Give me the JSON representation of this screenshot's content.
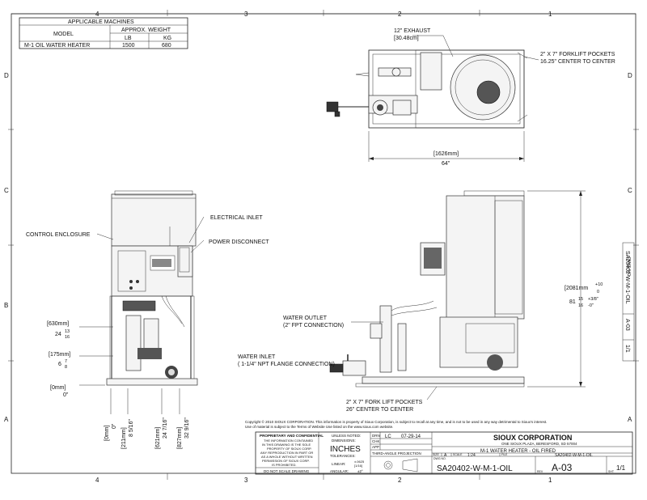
{
  "zones": {
    "top": [
      "4",
      "3",
      "2",
      "1"
    ],
    "bottom": [
      "4",
      "3",
      "2",
      "1"
    ],
    "left": [
      "D",
      "C",
      "B",
      "A"
    ],
    "right": [
      "D",
      "C",
      "B",
      "A"
    ]
  },
  "machines_table": {
    "title": "APPLICABLE MACHINES",
    "col_model": "MODEL",
    "col_weight": "APPROX. WEIGHT",
    "col_lb": "LB",
    "col_kg": "KG",
    "row_model": "M-1 OIL WATER HEATER",
    "row_lb": "1500",
    "row_kg": "680"
  },
  "top_view": {
    "exhaust_1": "12\" EXHAUST",
    "exhaust_2": "[30.48cm]",
    "fork_1": "2\" X 7\" FORKLIFT POCKETS",
    "fork_2": "16.25\" CENTER TO CENTER",
    "width_mm": "[1626mm]",
    "width_in": "64\""
  },
  "front_view": {
    "control_enclosure": "CONTROL ENCLOSURE",
    "electrical_inlet": "ELECTRICAL INLET",
    "power_disconnect": "POWER DISCONNECT",
    "h630_mm": "[630mm]",
    "h630_in": "24",
    "h630_num": "13",
    "h630_den": "16",
    "h175_mm": "[175mm]",
    "h175_in": "6",
    "h175_num": "7",
    "h175_den": "8",
    "h0_mm": "[0mm]",
    "h0_in": "0\"",
    "b0_mm": "[0mm]",
    "b0_in": "0\"",
    "b211_mm": "[211mm]",
    "b211_in": "8 5/16\"",
    "b621_mm": "[621mm]",
    "b621_in": "24 7/16\"",
    "b827_mm": "[827mm]",
    "b827_in": "32 9/16\""
  },
  "side_view": {
    "water_outlet_1": "WATER OUTLET",
    "water_outlet_2": "(2\" FPT CONNECTION)",
    "water_inlet_1": "WATER INLET",
    "water_inlet_2": "( 1-1/4\" NPT FLANGE CONNECTION)",
    "fork_1": "2\" X 7\" FORK LIFT POCKETS",
    "fork_2": "26\" CENTER TO CENTER",
    "height_mm": "[2081mm",
    "height_tol_up": "+10",
    "height_tol_dn": "0",
    "height_in": "81",
    "height_frac_num": "15",
    "height_frac_den": "16",
    "height_tol_in_up": "+3/8\"",
    "height_tol_in_dn": "-0\""
  },
  "copyright": {
    "line1": "Copyright © 2010 SIOUX CORPORATION. This information is property of Sioux Corporation, is subject to recall at any time, and is not to be used in any way detrimental to Sioux's interest.",
    "line2": "Use of material is subject to the Terms of Website Use listed on the www.sioux.com website."
  },
  "title_block": {
    "prop_head": "PROPRIETARY AND CONFIDENTIAL",
    "prop_body": [
      "THE INFORMATION CONTAINED",
      "IN THIS DRAWING IS THE SOLE",
      "PROPERTY OF SIOUX CORP.",
      "ANY REPRODUCTION IN PART OR",
      "AS A WHOLE WITHOUT WRITTEN",
      "PERMISSION OF SIOUX CORP.",
      "IS PROHIBITED."
    ],
    "do_not_scale": "DO NOT SCALE DRAWING",
    "unless": "UNLESS NOTED:",
    "dims": "DIMENSIONS:",
    "units": "INCHES",
    "tolerances": "TOLERANCES:",
    "linear": "LINEAR:",
    "linear_val1": "±.0625",
    "linear_val2": "[1/16]",
    "angular": "ANGULAR:",
    "angular_val": "±2°",
    "drn_lbl": "DRN",
    "drn_val": "LC",
    "date_val": "07-29-14",
    "chk_lbl": "CHK",
    "app_lbl": "APP",
    "projection": "THIRD-ANGLE PROJECTION",
    "company": "SIOUX CORPORATION",
    "address": "ONE SIOUX PLAZA, BERESFORD, SD 57004",
    "drawing_title": "M-1 WATER HEATER - OIL FIRED",
    "size_lbl": "SIZE",
    "size_val": "A",
    "scale_lbl": "SCALE",
    "scale_val": "1:24",
    "file_lbl": "FILE",
    "file_val": "SA20402-W-M-1-OIL",
    "dwg_lbl": "DWG NO.",
    "dwg_val": "SA20402-W-M-1-OIL",
    "rev_lbl": "REV",
    "rev_val": "A-03",
    "sht_lbl": "SHT",
    "sht_val": "1/1"
  },
  "side_strip": {
    "dwg": "SA20402-W-M-1-OIL",
    "rev": "A-03",
    "sht": "1/1",
    "label": "DWG NO."
  }
}
